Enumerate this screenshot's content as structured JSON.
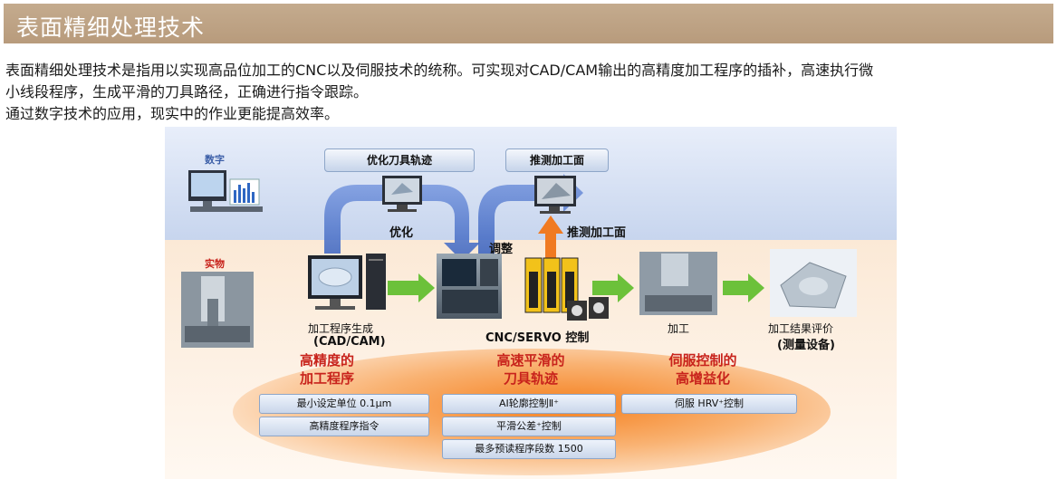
{
  "header": {
    "title": "表面精细处理技术"
  },
  "intro": {
    "line1": "表面精细处理技术是指用以实现高品位加工的CNC以及伺服技术的统称。可实现对CAD/CAM输出的高精度加工程序的插补，高速执行微",
    "line2": "小线段程序，生成平滑的刀具路径，正确进行指令跟踪。",
    "line3": "通过数字技术的应用，现实中的作业更能提高效率。"
  },
  "diagram": {
    "digital_label": "数字",
    "physical_label": "实物",
    "top_tag_optimize": "优化刀具轨迹",
    "top_tag_estimate": "推测加工面",
    "optimize_label": "优化",
    "adjust_label": "调整",
    "estimate_label": "推测加工面",
    "cad_label_1": "加工程序生成",
    "cad_label_2": "(CAD/CAM)",
    "cnc_label": "CNC/SERVO 控制",
    "machining_label": "加工",
    "result_label_1": "加工结果评价",
    "result_label_2": "(测量设备)",
    "categories": [
      {
        "line1": "高精度的",
        "line2": "加工程序"
      },
      {
        "line1": "高速平滑的",
        "line2": "刀具轨迹"
      },
      {
        "line1": "伺服控制的",
        "line2": "高增益化"
      }
    ],
    "features_col1": [
      "最小设定单位 0.1μm",
      "高精度程序指令"
    ],
    "features_col2": [
      "AI轮廓控制Ⅱ⁺",
      "平滑公差⁺控制",
      "最多预读程序段数 1500"
    ],
    "features_col3": [
      "伺服 HRV⁺控制"
    ],
    "colors": {
      "title_bar": "#b89b7c",
      "category_red": "#c8231c",
      "arrow_green": "#6cc13a",
      "arrow_blue": "#5077c9",
      "arrow_orange": "#f07a21"
    }
  }
}
